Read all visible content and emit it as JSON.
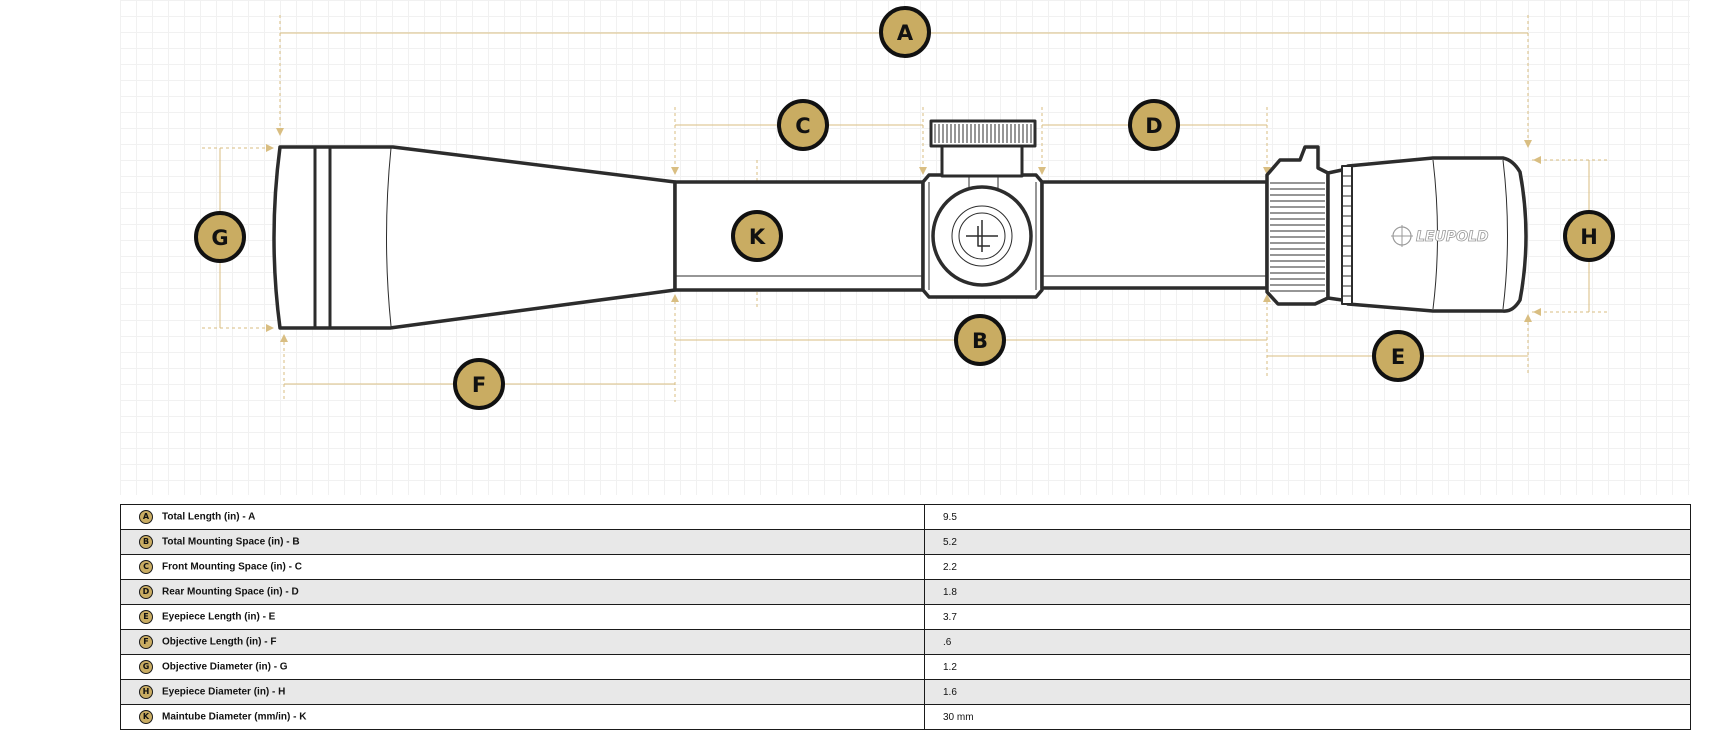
{
  "brand": "LEUPOLD",
  "colors": {
    "accent": "#c9ac62",
    "outline": "#1a1a1a",
    "dimension_line": "#d9be82",
    "grid": "#f1f1f1",
    "row_alt": "#e8e8e8"
  },
  "callouts": {
    "A": "A",
    "B": "B",
    "C": "C",
    "D": "D",
    "E": "E",
    "F": "F",
    "G": "G",
    "H": "H",
    "K": "K"
  },
  "specs": [
    {
      "badge": "A",
      "label": "Total Length (in) - A",
      "value": "9.5"
    },
    {
      "badge": "B",
      "label": "Total Mounting Space (in) - B",
      "value": "5.2"
    },
    {
      "badge": "C",
      "label": "Front Mounting Space (in) - C",
      "value": "2.2"
    },
    {
      "badge": "D",
      "label": "Rear Mounting Space (in) - D",
      "value": "1.8"
    },
    {
      "badge": "E",
      "label": "Eyepiece Length (in) - E",
      "value": "3.7"
    },
    {
      "badge": "F",
      "label": "Objective Length (in) - F",
      "value": ".6"
    },
    {
      "badge": "G",
      "label": "Objective Diameter (in) - G",
      "value": "1.2"
    },
    {
      "badge": "H",
      "label": "Eyepiece Diameter (in) - H",
      "value": "1.6"
    },
    {
      "badge": "K",
      "label": "Maintube Diameter (mm/in) - K",
      "value": "30 mm"
    }
  ]
}
